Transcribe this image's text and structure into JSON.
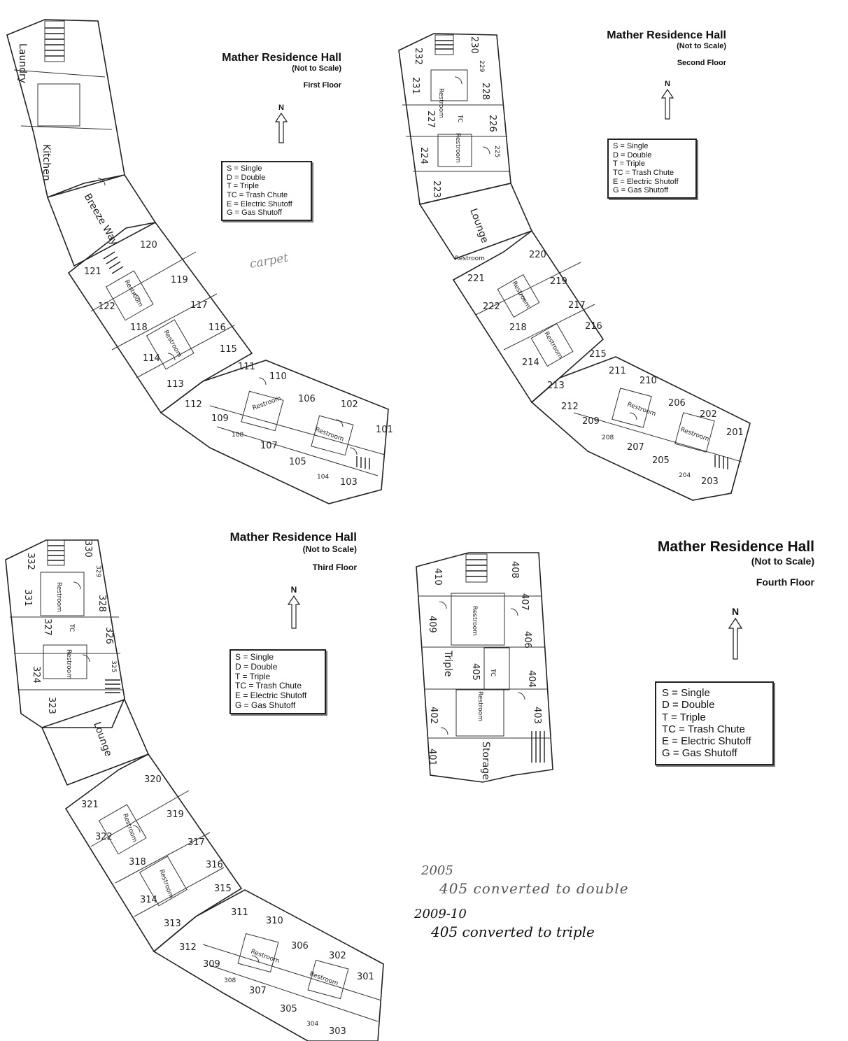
{
  "floors": [
    {
      "title": "Mather Residence Hall",
      "scale_note": "(Not to Scale)",
      "floor_label": "First Floor",
      "north": "N",
      "legend": [
        "S = Single",
        "D = Double",
        "T = Triple",
        "TC = Trash Chute",
        "E = Electric Shutoff",
        "G = Gas Shutoff"
      ],
      "rooms": [
        "101",
        "102",
        "103",
        "104",
        "105",
        "106",
        "107",
        "108",
        "109",
        "110",
        "111",
        "112",
        "113",
        "114",
        "115",
        "116",
        "117",
        "118",
        "119",
        "120",
        "121",
        "122"
      ],
      "areas": [
        "Laundry",
        "Kitchen",
        "Breeze Way",
        "Restroom",
        "carpet"
      ]
    },
    {
      "title": "Mather Residence Hall",
      "scale_note": "(Not to Scale)",
      "floor_label": "Second Floor",
      "north": "N",
      "legend": [
        "S = Single",
        "D = Double",
        "T = Triple",
        "TC = Trash Chute",
        "E = Electric Shutoff",
        "G = Gas Shutoff"
      ],
      "rooms": [
        "201",
        "202",
        "203",
        "204",
        "205",
        "206",
        "207",
        "208",
        "209",
        "210",
        "211",
        "212",
        "213",
        "214",
        "215",
        "216",
        "217",
        "218",
        "219",
        "220",
        "221",
        "222",
        "223",
        "224",
        "225",
        "226",
        "227",
        "228",
        "229",
        "230",
        "231",
        "232"
      ],
      "areas": [
        "Lounge",
        "Restroom",
        "TC"
      ]
    },
    {
      "title": "Mather Residence Hall",
      "scale_note": "(Not to Scale)",
      "floor_label": "Third Floor",
      "north": "N",
      "legend": [
        "S = Single",
        "D = Double",
        "T = Triple",
        "TC = Trash Chute",
        "E = Electric Shutoff",
        "G = Gas Shutoff"
      ],
      "rooms": [
        "301",
        "302",
        "303",
        "304",
        "305",
        "306",
        "307",
        "308",
        "309",
        "310",
        "311",
        "312",
        "313",
        "314",
        "315",
        "316",
        "317",
        "318",
        "319",
        "320",
        "321",
        "322",
        "323",
        "324",
        "325",
        "326",
        "327",
        "328",
        "329",
        "330",
        "331",
        "332"
      ],
      "areas": [
        "Lounge",
        "Restroom",
        "TC"
      ]
    },
    {
      "title": "Mather Residence Hall",
      "scale_note": "(Not to Scale)",
      "floor_label": "Fourth Floor",
      "north": "N",
      "legend": [
        "S = Single",
        "D = Double",
        "T = Triple",
        "TC = Trash Chute",
        "E = Electric Shutoff",
        "G = Gas Shutoff"
      ],
      "rooms": [
        "401",
        "402",
        "403",
        "404",
        "405",
        "406",
        "407",
        "408",
        "409",
        "410"
      ],
      "areas": [
        "Restroom",
        "Storage",
        "Triple",
        "TC"
      ]
    }
  ],
  "notes": {
    "line1_year": "2005",
    "line1_text": "405 converted to double",
    "line2_year": "2009-10",
    "line2_text": "405 converted to triple"
  }
}
